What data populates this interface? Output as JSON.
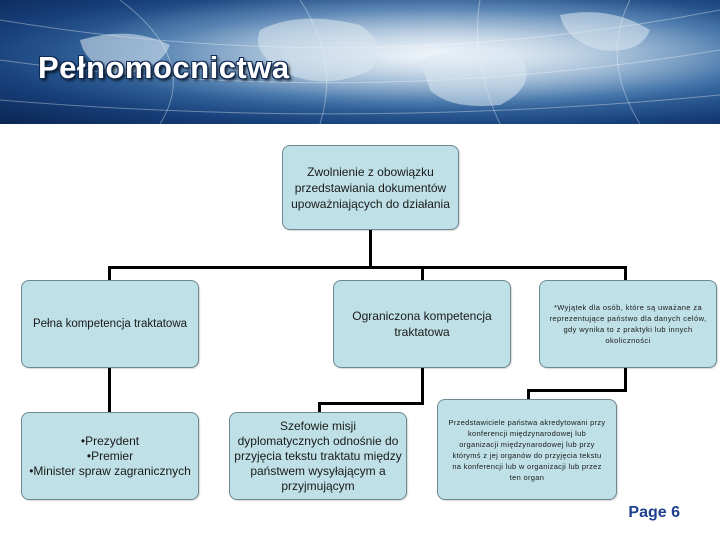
{
  "header": {
    "title": "Pełnomocnictwa"
  },
  "diagram": {
    "root": "Zwolnienie z obowiązku przedstawiania dokumentów upoważniających do działania",
    "branches": [
      {
        "label": "Pełna kompetencja traktatowa",
        "detail": "•Prezydent\n•Premier\n•Minister spraw zagranicznych"
      },
      {
        "label": "Ograniczona kompetencja traktatowa",
        "detail": "Szefowie misji dyplomatycznych odnośnie do przyjęcia tekstu traktatu między państwem wysyłającym a przyjmującym"
      },
      {
        "label": "*Wyjątek dla osób, które są uważane za reprezentujące państwo dla danych celów, gdy wynika to z praktyki lub innych okoliczności",
        "detail": "Przedstawiciele państwa akredytowani przy konferencji międzynarodowej lub organizacji międzynarodowej lub przy którymś z jej organów do przyjęcia tekstu na konferencji lub w organizacji lub przez ten organ"
      }
    ]
  },
  "footer": {
    "page": "Page 6"
  }
}
